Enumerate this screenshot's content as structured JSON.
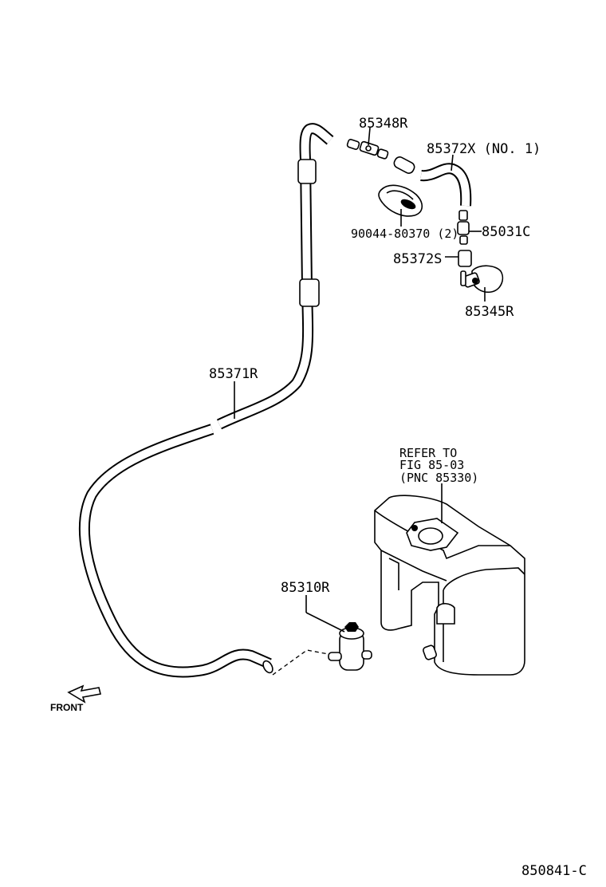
{
  "labels": {
    "p85348r": "85348R",
    "p85372x": "85372X (NO. 1)",
    "p90044": "90044-80370 (2)",
    "p85031c": "85031C",
    "p85372s": "85372S",
    "p85345r": "85345R",
    "p85371r": "85371R",
    "refer_line1": "REFER TO",
    "refer_line2": "FIG 85-03",
    "refer_line3": "(PNC 85330)",
    "p85310r": "85310R",
    "front": "FRONT",
    "figure_number": "850841-C"
  }
}
